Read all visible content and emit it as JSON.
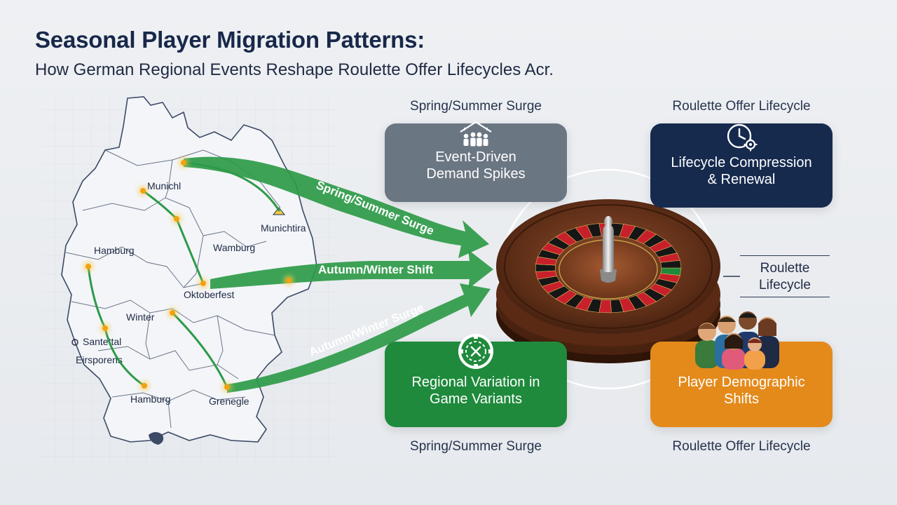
{
  "header": {
    "title": "Seasonal Player Migration Patterns:",
    "subtitle": "How German Regional Events Reshape Roulette Offer Lifecycles Acr."
  },
  "map": {
    "labels": [
      "Munichl",
      "Munichtira",
      "Hamburg",
      "Wamburg",
      "Oktoberfest",
      "Winter",
      "Santettal",
      "Eirsporens",
      "Hamburg",
      "Grenegle"
    ]
  },
  "flows": {
    "spring_summer": "Spring/Summer Surge",
    "autumn_winter_shift": "Autumn/Winter Shift",
    "autumn_winter_surge": "Autumn/Winter Surge"
  },
  "sections": {
    "top_left": "Spring/Summer Surge",
    "top_right": "Roulette Offer Lifecycle",
    "bottom_left": "Spring/Summer Surge",
    "bottom_right": "Roulette Offer Lifecycle"
  },
  "cards": {
    "event_demand": {
      "line1": "Event-Driven",
      "line2": "Demand Spikes",
      "icon": "crowd-tent-icon",
      "color": "#6b7683"
    },
    "lifecycle": {
      "line1": "Lifecycle Compression",
      "line2": "& Renewal",
      "icon": "clock-gear-icon",
      "color": "#162a4e"
    },
    "regional": {
      "line1": "Regional Variation in",
      "line2": "Game Variants",
      "icon": "casino-chip-icon",
      "color": "#1f8a3c"
    },
    "demographic": {
      "line1": "Player Demographic",
      "line2": "Shifts",
      "icon": "people-group-icon",
      "color": "#e48a1b"
    }
  },
  "roulette_label": {
    "line1": "Roulette",
    "line2": "Lifecycle"
  },
  "colors": {
    "green": "#2e9a48",
    "navy": "#162a4e",
    "orange": "#e48a1b",
    "slate": "#6b7683",
    "map_line": "#3c4a66"
  }
}
